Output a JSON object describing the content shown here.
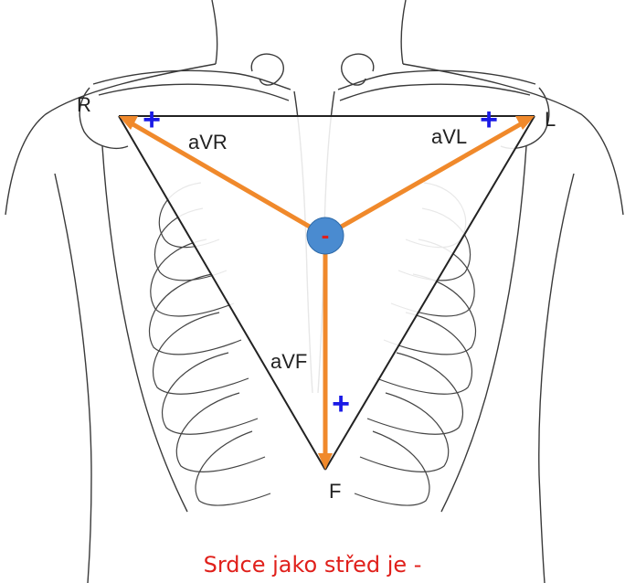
{
  "labels": {
    "electrode_right": "R",
    "electrode_left": "L",
    "electrode_foot": "F",
    "lead_avr": "aVR",
    "lead_avl": "aVL",
    "lead_avf": "aVF",
    "positive_pole": "+",
    "center_pole": "-"
  },
  "caption": "Srdce jako střed je -",
  "colors": {
    "lead_arrow": "#F0892B",
    "positive_mark": "#1A1AE6",
    "center_fill": "#4A8BD0",
    "center_sign": "#E0201B",
    "caption": "#E0201B",
    "outline": "#3A3A3A"
  }
}
